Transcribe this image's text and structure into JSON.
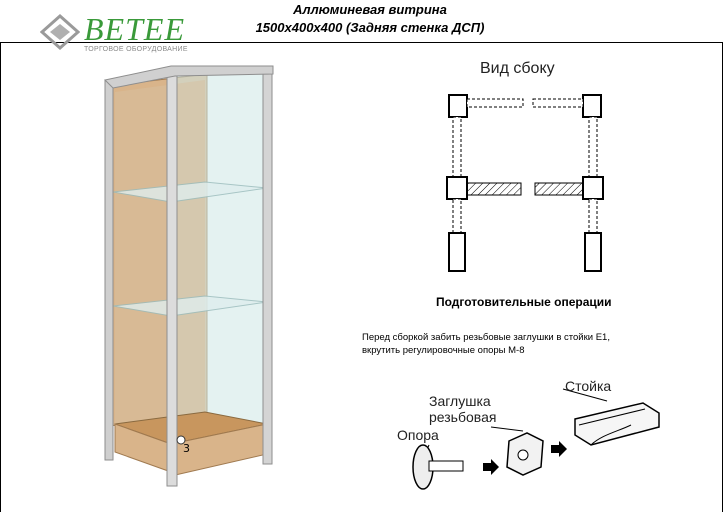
{
  "header": {
    "title_line1": "Аллюминевая витрина",
    "title_line2": "1500x400x400 (Задняя стенка ДСП)"
  },
  "logo": {
    "brand": "BETEE",
    "tagline": "ТОРГОВОЕ ОБОРУДОВАНИЕ",
    "brand_color": "#3a9a3a",
    "icon": "diamond-logo-icon"
  },
  "side_view": {
    "label": "Вид сбоку"
  },
  "preparation": {
    "heading": "Подготовительные операции",
    "text_line1": "Перед сборкой забить резьбовые заглушки в стойки Е1,",
    "text_line2": "вкрутить регулировочные опоры М-8"
  },
  "assembly": {
    "label_post": "Стойка",
    "label_plug_1": "Заглушка",
    "label_plug_2": "резьбовая",
    "label_foot": "Опора"
  },
  "cabinet": {
    "door_mark": "3"
  },
  "colors": {
    "frame": "#c8c8c8",
    "wood": "#d9b48a",
    "glass": "#cfe8e6",
    "accent": "#3a9a3a"
  }
}
